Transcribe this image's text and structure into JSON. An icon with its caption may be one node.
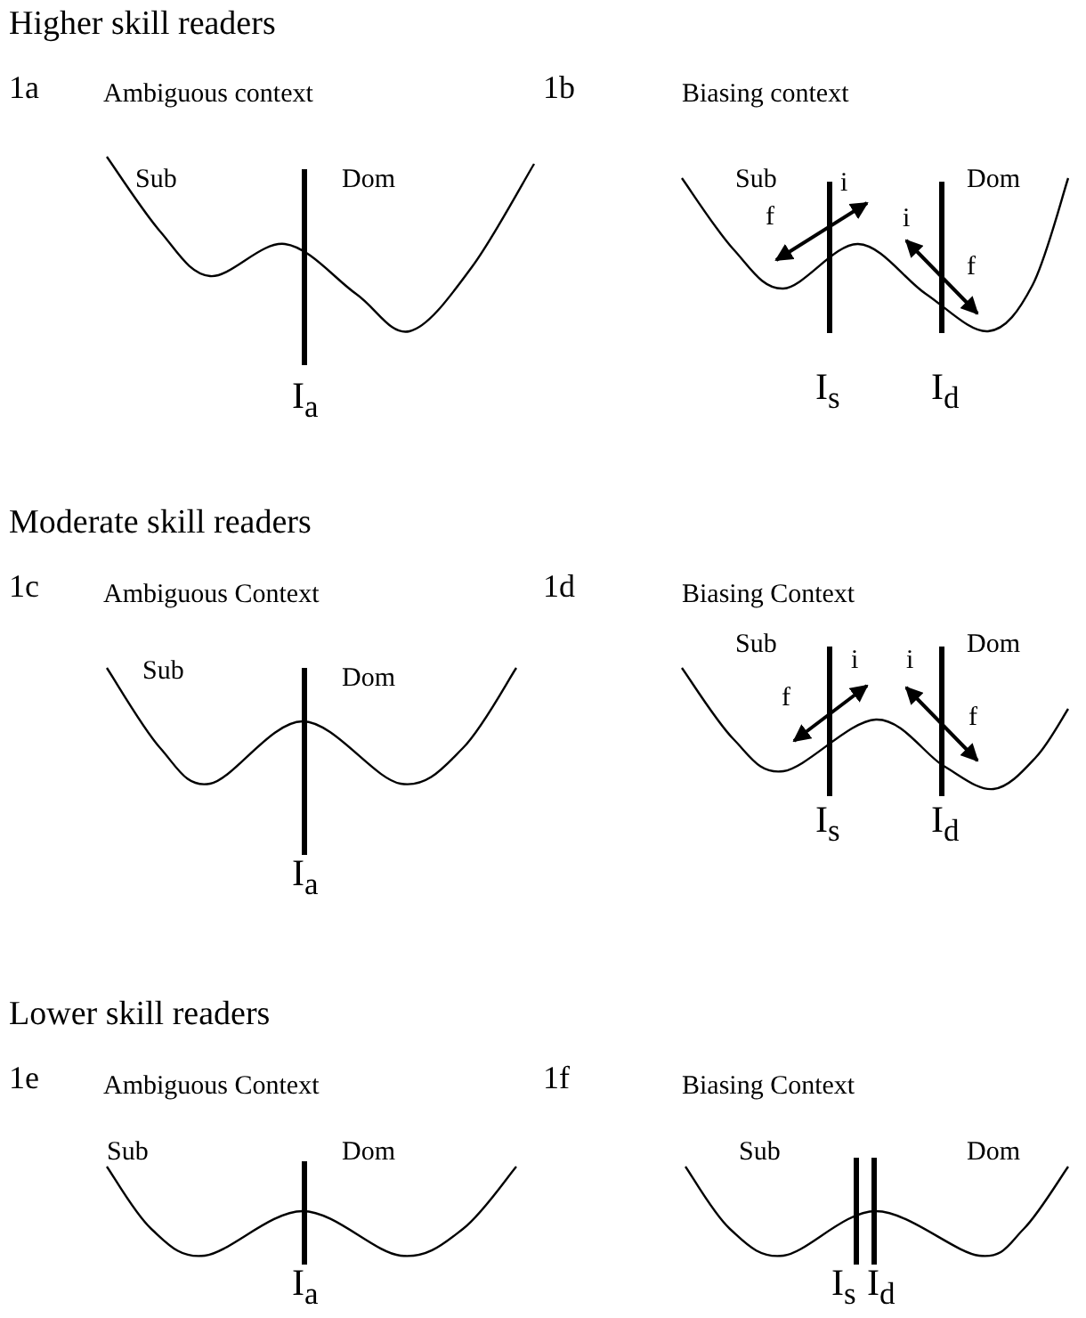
{
  "diagram": {
    "labels": [
      "Higher skill readers",
      "1a",
      "Ambiguous context",
      "Sub",
      "Dom",
      "I$_{a}$",
      "1b",
      "Biasing context",
      "Sub",
      "i",
      "Dom",
      "f",
      "i",
      "f",
      "I$_{s}$",
      "I$_{d}$",
      "Moderate skill readers",
      "1c",
      "Ambiguous Context",
      "Sub",
      "Dom",
      "I$_{a}$",
      "1d",
      "Biasing Context",
      "Sub",
      "i",
      "i",
      "Dom",
      "f",
      "f",
      "I$_{s}$",
      "I$_{d}$",
      "Lower skill readers",
      "1e",
      "Ambiguous Context",
      "Sub",
      "Dom",
      "I$_{a}$",
      "1f",
      "Biasing Context",
      "Sub",
      "Dom",
      "I$_{s}$",
      "I$_{d}$"
    ]
  }
}
